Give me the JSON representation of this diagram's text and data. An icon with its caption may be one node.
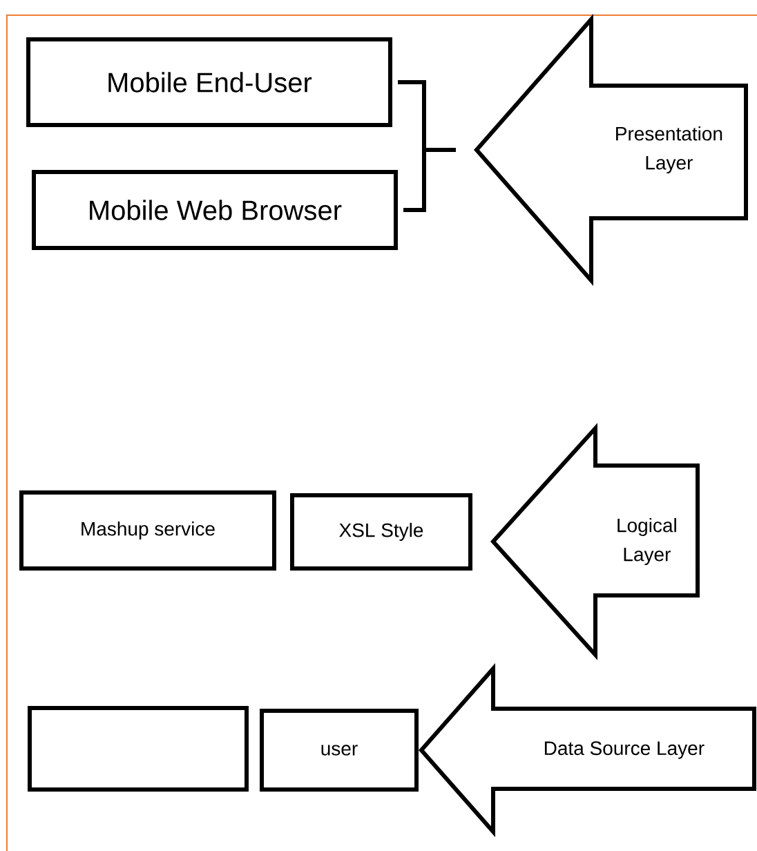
{
  "diagram": {
    "nodes": [
      {
        "text": [
          "Mobile End-User"
        ]
      },
      {
        "text": [
          "Mobile Web Browser"
        ]
      },
      {
        "text": [
          "Presentation Layer"
        ]
      },
      {
        "text": [
          "Mashup service"
        ]
      },
      {
        "text": [
          "XSL Style"
        ]
      },
      {
        "text": [
          "Logical Layer"
        ]
      },
      {
        "text": [],
        "shape": "box"
      },
      {
        "text": [
          "user"
        ]
      },
      {
        "text": [
          "Data Source Layer"
        ]
      }
    ],
    "edges": [
      {
        "from": 0,
        "to": 2,
        "arrow": "none"
      },
      {
        "from": 1,
        "to": 2,
        "arrow": "none"
      }
    ]
  }
}
